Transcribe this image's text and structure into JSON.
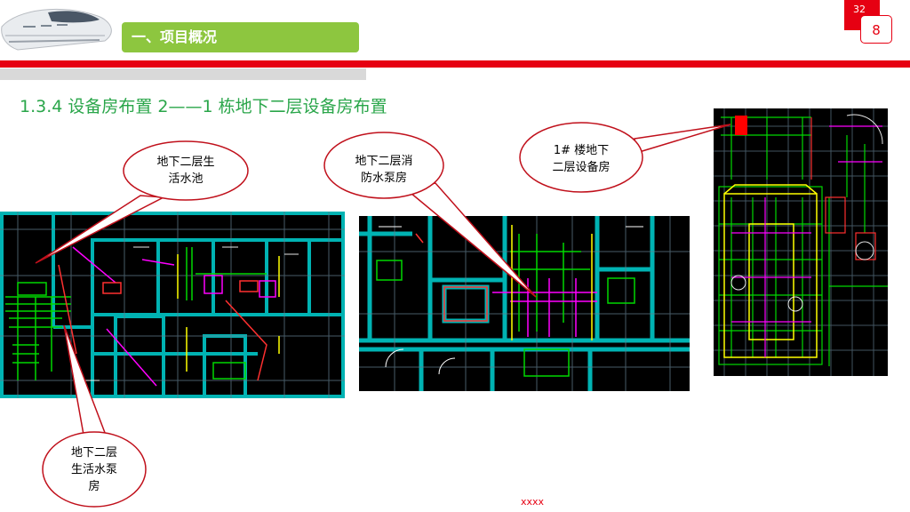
{
  "header": {
    "title": "一、项目概况"
  },
  "slide": {
    "total": "32",
    "page": "8"
  },
  "section": {
    "heading": "1.3.4  设备房布置 2——1 栋地下二层设备房布置"
  },
  "callouts": {
    "water_tank": [
      "地下二层生",
      "活水池"
    ],
    "fire_pump": [
      "地下二层消",
      "防水泵房"
    ],
    "equipment_room": [
      "1# 楼地下",
      "二层设备房"
    ],
    "water_pump": [
      "地下二层",
      "生活水泵",
      "房"
    ]
  },
  "footer": {
    "text": "xxxx"
  },
  "colors": {
    "accent_red": "#e60012",
    "header_green": "#8dc63f",
    "heading_green": "#2aa64a",
    "cad_background": "#000000"
  },
  "icons": {
    "logo": "high-speed-train-icon"
  }
}
